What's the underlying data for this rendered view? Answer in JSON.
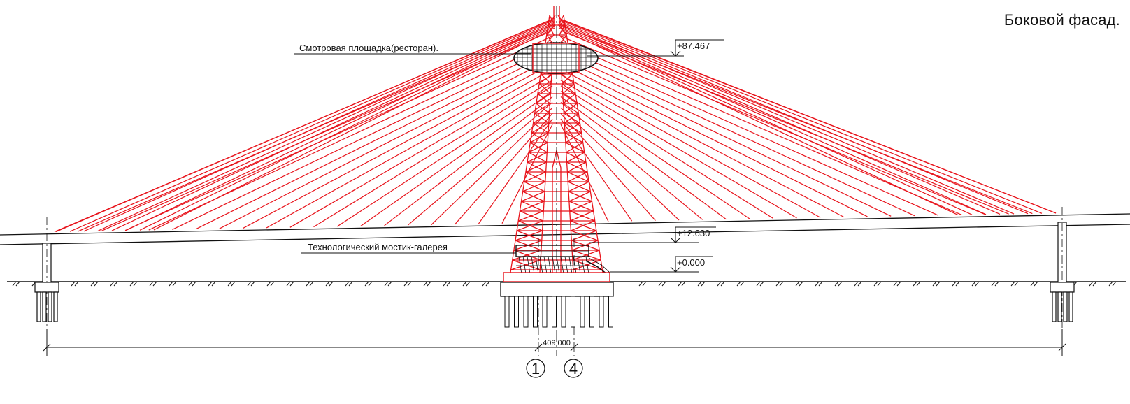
{
  "title": "Боковой фасад.",
  "labels": {
    "observation_deck": "Смотровая площадка(ресторан).",
    "gallery_bridge": "Технологический мостик-галерея"
  },
  "elevations": {
    "top": "+87.467",
    "deck": "+12.630",
    "ground": "+0.000"
  },
  "dimension": "409 000",
  "axes": [
    "1",
    "4"
  ],
  "colors": {
    "structure": "#e8141c",
    "lines": "#111111",
    "background": "#ffffff"
  }
}
